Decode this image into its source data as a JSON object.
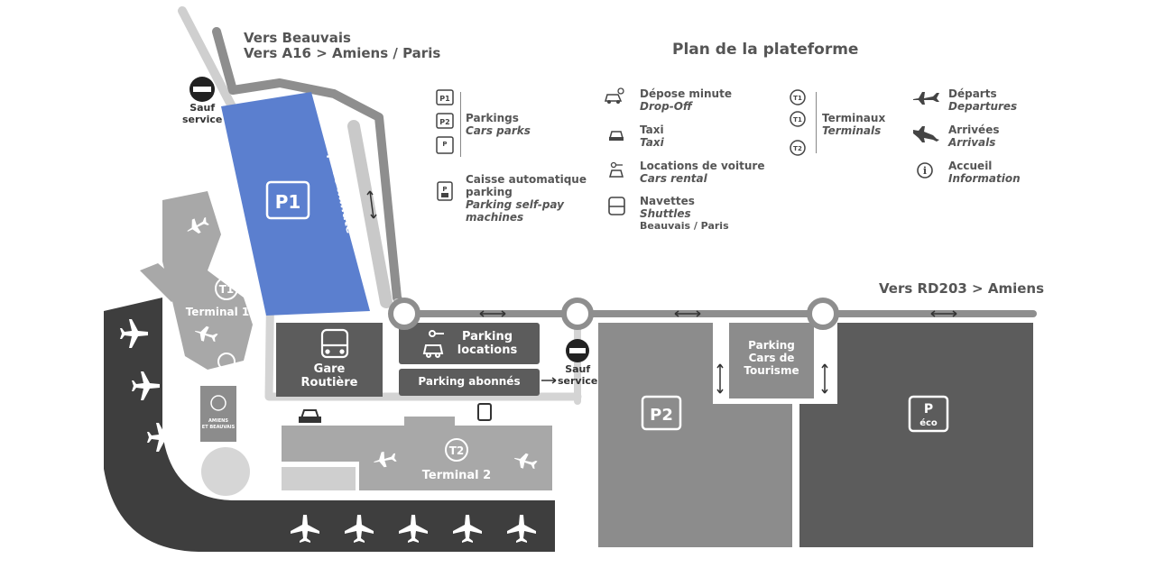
{
  "map": {
    "title": "Plan de la plateforme",
    "directions": {
      "north_1": "Vers Beauvais",
      "north_2": "Vers A16 > Amiens / Paris",
      "east": "Vers RD203 > Amiens"
    },
    "no_entry": {
      "line1": "Sauf",
      "line2": "service"
    },
    "areas": {
      "p1": "P1",
      "p2": "P2",
      "peco_p": "P",
      "peco_sub": "éco",
      "depose_minute": "Dépose minute",
      "terminal1": "Terminal 1",
      "t1_badge": "T1",
      "terminal2": "Terminal 2",
      "t2_badge": "T2",
      "gare_1": "Gare",
      "gare_2": "Routière",
      "parking_locations_1": "Parking",
      "parking_locations_2": "locations",
      "parking_abonnes": "Parking abonnés",
      "cars_tourisme_1": "Parking",
      "cars_tourisme_2": "Cars de",
      "cars_tourisme_3": "Tourisme",
      "annexe_1": "AMIENS",
      "annexe_2": "ET BEAUVAIS"
    }
  },
  "legend": {
    "parkings": {
      "fr": "Parkings",
      "en": "Cars parks",
      "icons": [
        "P1",
        "P2",
        "P éco"
      ]
    },
    "caisse": {
      "fr1": "Caisse automatique",
      "fr2": "parking",
      "en1": "Parking self-pay",
      "en2": "machines"
    },
    "depose": {
      "fr": "Dépose minute",
      "en": "Drop-Off"
    },
    "taxi": {
      "fr": "Taxi",
      "en": "Taxi"
    },
    "locations": {
      "fr": "Locations de voiture",
      "en": "Cars rental"
    },
    "navettes": {
      "fr": "Navettes",
      "en": "Shuttles",
      "sub": "Beauvais / Paris"
    },
    "terminaux": {
      "fr": "Terminaux",
      "en": "Terminals"
    },
    "departs": {
      "fr": "Départs",
      "en": "Departures"
    },
    "arrivees": {
      "fr": "Arrivées",
      "en": "Arrivals"
    },
    "accueil": {
      "fr": "Accueil",
      "en": "Information"
    }
  },
  "colors": {
    "p1_blue": "#5b7fcf",
    "road_gray": "#8a8a8a",
    "dark_block": "#5c5c5c",
    "mid_block": "#8c8c8c",
    "light_block": "#c8c8c8",
    "apron_dark": "#3e3e3e"
  }
}
